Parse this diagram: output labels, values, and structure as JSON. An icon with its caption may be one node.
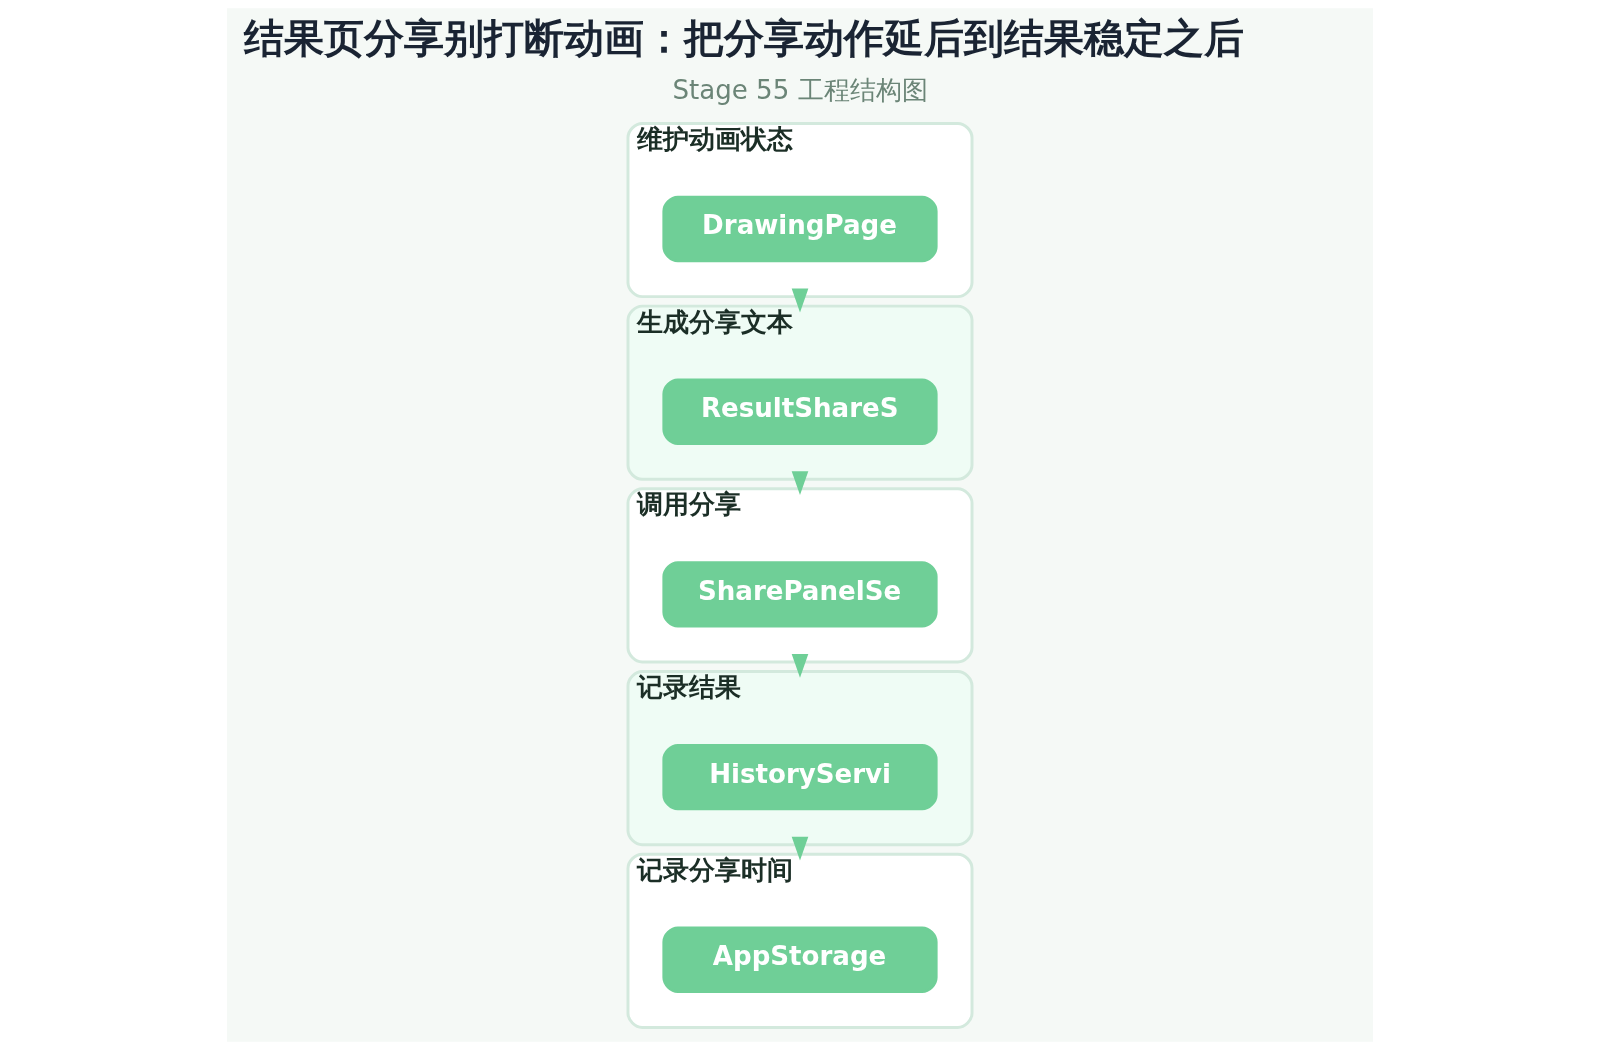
{
  "diagram": {
    "title": "结果页分享别打断动画：把分享动作延后到结果稳定之后",
    "nodes": [
      {
        "text": [
          "维护动画状态"
        ]
      },
      {
        "text": [
          "DrawingPage"
        ],
        "in": 0
      },
      {
        "text": [
          "生成分享文本"
        ]
      },
      {
        "text": [
          "ResultShareS"
        ],
        "in": 2
      },
      {
        "text": [
          "调用分享"
        ]
      },
      {
        "text": [
          "SharePanelSe"
        ],
        "in": 4
      },
      {
        "text": [
          "记录结果"
        ]
      },
      {
        "text": [
          "HistoryServi"
        ],
        "in": 6
      },
      {
        "text": [
          "记录分享时间"
        ]
      },
      {
        "text": [
          "AppStorage"
        ],
        "in": 8
      }
    ],
    "edges": [
      {
        "from": 0,
        "to": 2,
        "arrow": "to"
      },
      {
        "from": 2,
        "to": 4,
        "arrow": "to"
      },
      {
        "from": 4,
        "to": 6,
        "arrow": "to"
      },
      {
        "from": 6,
        "to": 8,
        "arrow": "to"
      }
    ],
    "labels": [
      "Stage 55 工程结构图"
    ]
  }
}
